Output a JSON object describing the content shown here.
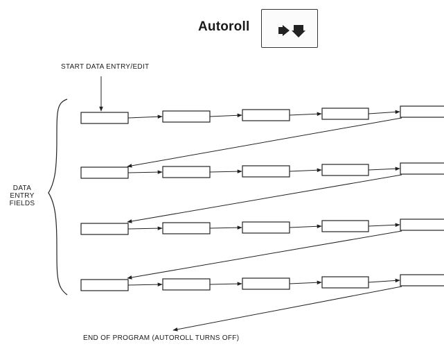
{
  "title": "Autoroll",
  "labels": {
    "start": "START DATA ENTRY/EDIT",
    "side": "DATA ENTRY FIELDS",
    "end": "END OF PROGRAM (AUTOROLL TURNS OFF)"
  },
  "icons": [
    "arrow-right-icon",
    "arrow-down-icon"
  ],
  "rows": 4,
  "fields_per_row": 5
}
